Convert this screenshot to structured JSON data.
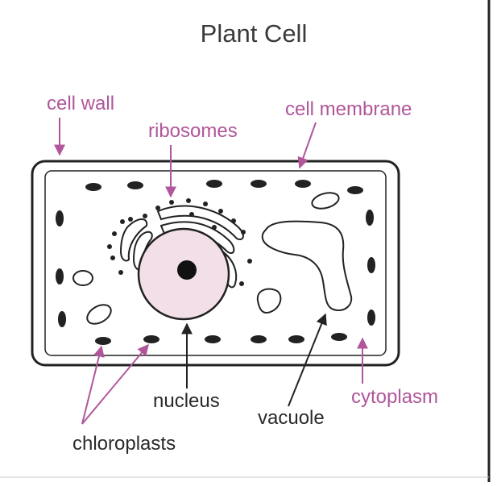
{
  "title": "Plant Cell",
  "labels": {
    "cell_wall": "cell wall",
    "cell_membrane": "cell membrane",
    "ribosomes": "ribosomes",
    "chloroplasts": "chloroplasts",
    "nucleus": "nucleus",
    "vacuole": "vacuole",
    "cytoplasm": "cytoplasm"
  },
  "colors": {
    "label_pink": "#b0569a",
    "label_dark": "#2a2a2a",
    "nucleus_fill": "#f2dfe8",
    "outline": "#222222"
  }
}
